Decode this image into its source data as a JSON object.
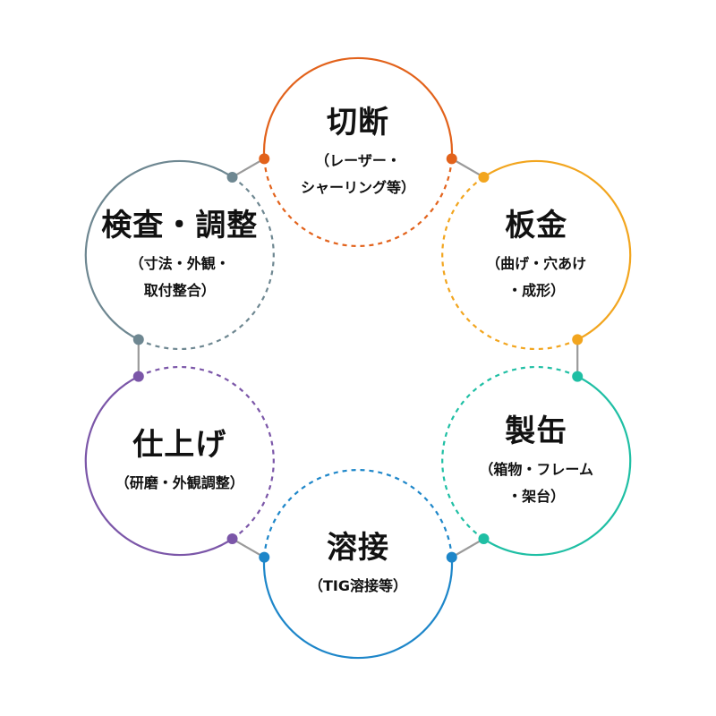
{
  "diagram": {
    "steps": [
      {
        "id": "cutting",
        "title": "切断",
        "detail": [
          "（レーザー・",
          "シャーリング等）"
        ],
        "color": "#e2621b"
      },
      {
        "id": "sheetmetal",
        "title": "板金",
        "detail": [
          "（曲げ・穴あけ",
          "・成形）"
        ],
        "color": "#f2a51e"
      },
      {
        "id": "fabrication",
        "title": "製缶",
        "detail": [
          "（箱物・フレーム",
          "・架台）"
        ],
        "color": "#1fbfa4"
      },
      {
        "id": "welding",
        "title": "溶接",
        "detail": [
          "（TIG溶接等）"
        ],
        "color": "#1d86c9"
      },
      {
        "id": "finishing",
        "title": "仕上げ",
        "detail": [
          "（研磨・外観調整）"
        ],
        "color": "#7b56a8"
      },
      {
        "id": "inspection",
        "title": "検査・調整",
        "detail": [
          "（寸法・外観・",
          "取付整合）"
        ],
        "color": "#6e8791"
      }
    ],
    "connector_color": "#9a9a9a"
  }
}
